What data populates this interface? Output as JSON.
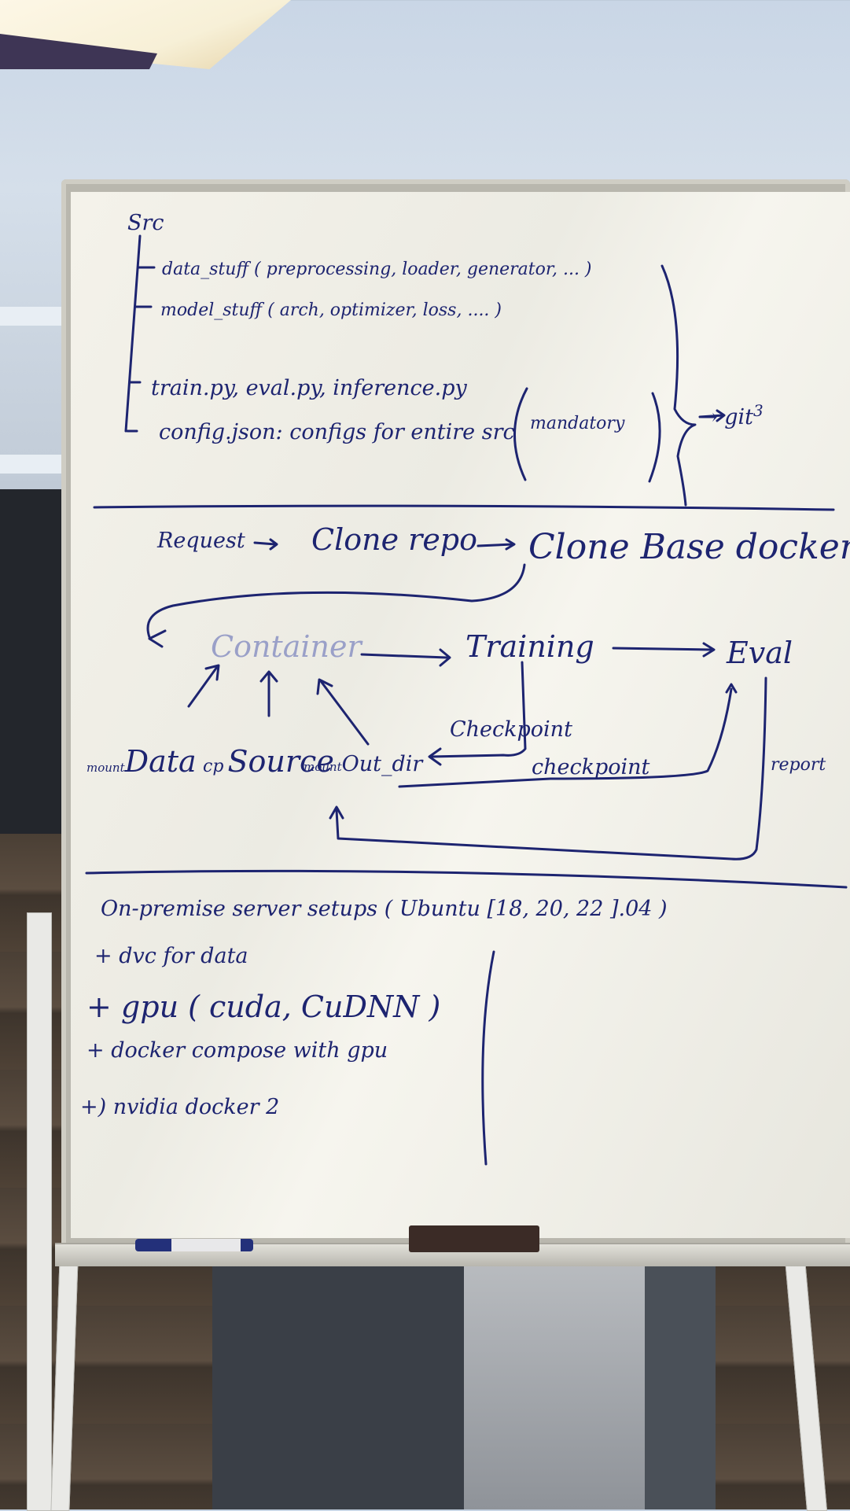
{
  "board": {
    "structure": {
      "root": "Src",
      "items": [
        "data_stuff ( preprocessing, loader, generator, ... )",
        "model_stuff ( arch, optimizer, loss, .... )",
        "train.py, eval.py, inference.py",
        "config.json: configs for entire src"
      ],
      "mandatory": "mandatory",
      "git_arrow": "→ git",
      "git_target": "3"
    },
    "pipeline": {
      "request": "Request",
      "clone_repo": "Clone repo",
      "clone_base_docker": "Clone Base docker",
      "container": "Container",
      "training": "Training",
      "eval": "Eval",
      "checkpoint_1": "Checkpoint",
      "checkpoint_2": "checkpoint",
      "report": "report",
      "mount_prefix": "mount",
      "data": "Data",
      "cp_prefix": "cp",
      "source": "Source",
      "out_dir": "Out_dir"
    },
    "setup": {
      "title": "On-premise server setups ( Ubuntu [18, 20, 22 ].04 )",
      "items": [
        "+ dvc for data",
        "+ gpu ( cuda, CuDNN )",
        "+ docker compose with gpu",
        "+) nvidia docker 2"
      ]
    }
  },
  "colors": {
    "ink": "#1d2470",
    "board": "#f1f0e8",
    "frame": "#b9b7ae",
    "eraser": "#3b2b26"
  }
}
